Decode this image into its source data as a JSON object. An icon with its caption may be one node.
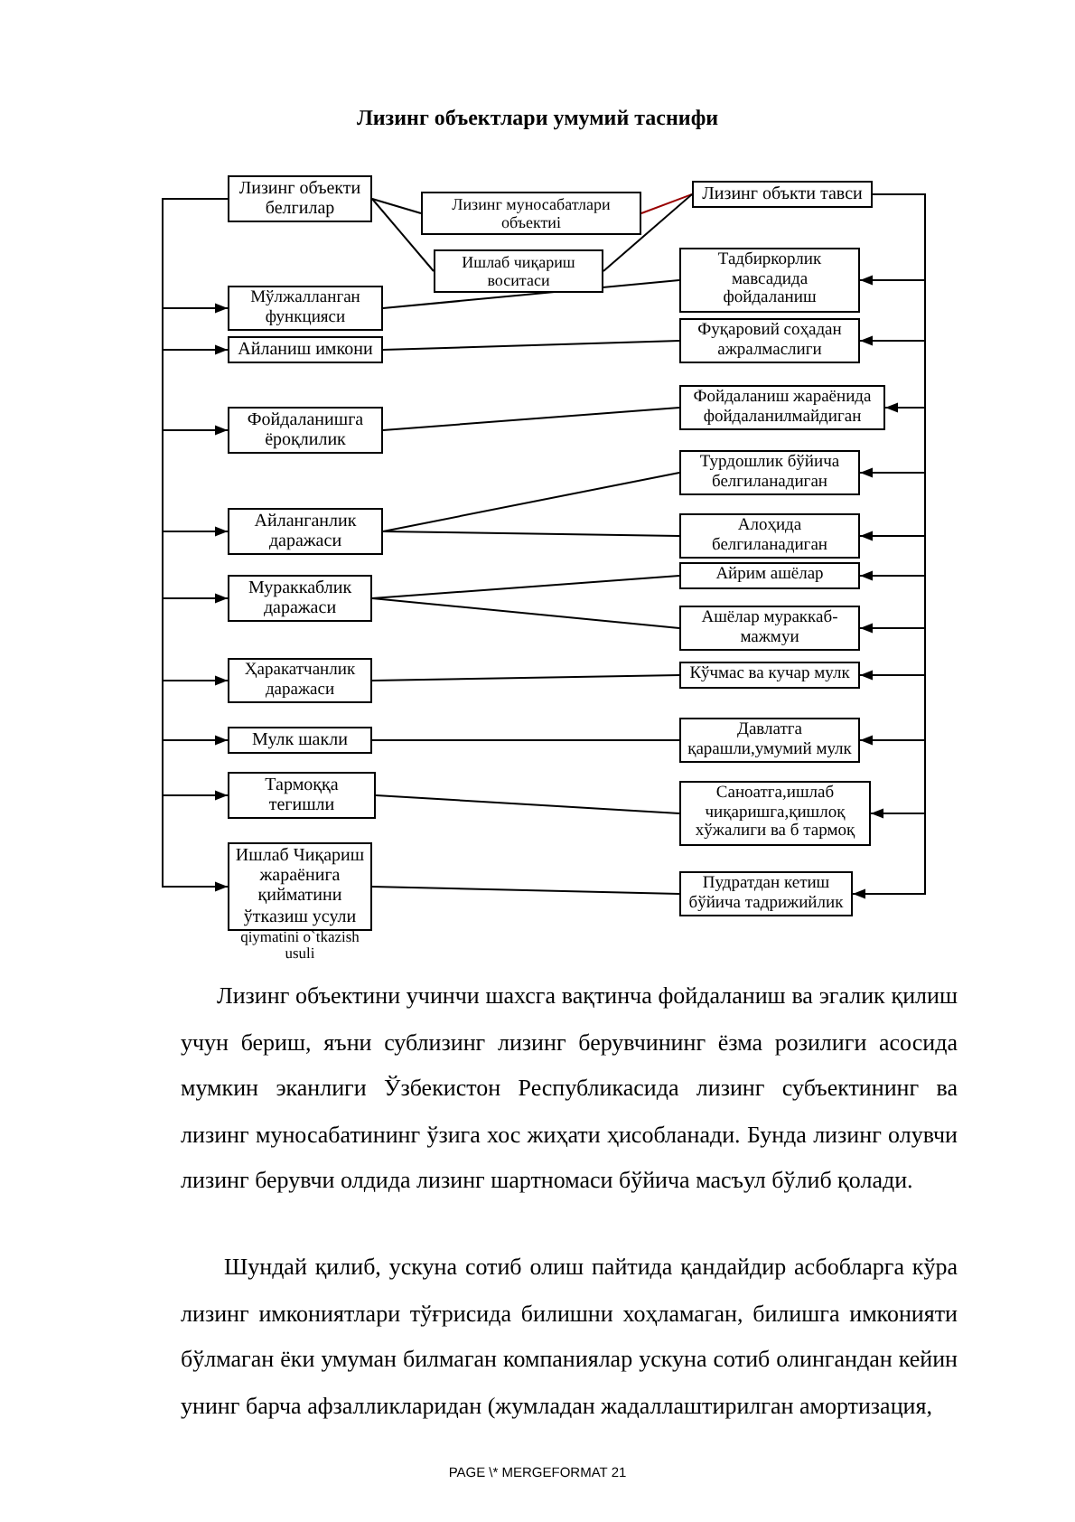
{
  "diagram": {
    "title": "Лизинг объектлари умумий таснифи",
    "nodes": [
      {
        "text": [
          "Лизинг объекти белгилар"
        ]
      },
      {
        "text": [
          "Лизинг муносабатлари объектиі"
        ]
      },
      {
        "text": [
          "Ишлаб чиқариш воситаси"
        ]
      },
      {
        "text": [
          "Лизинг объкти тавси"
        ]
      },
      {
        "text": [
          "Мўлжалланган функцияси"
        ]
      },
      {
        "text": [
          "Айланиш имкони"
        ]
      },
      {
        "text": [
          "Фойдаланишга ёроқлилик"
        ]
      },
      {
        "text": [
          "Айланганлик даражаси"
        ]
      },
      {
        "text": [
          "Мураккаблик даражаси"
        ]
      },
      {
        "text": [
          "Ҳаракатчанлик даражаси"
        ]
      },
      {
        "text": [
          "Мулк шакли"
        ]
      },
      {
        "text": [
          "Тармоққа тегишли"
        ]
      },
      {
        "text": [
          "Ишлаб Чиқариш жараёнига қийматини ўтказиш усули"
        ],
        "beside": [
          "qiymatini o`tkazish usuli"
        ]
      },
      {
        "text": [
          "Тадбиркорлик мавсадида фойдаланиш"
        ]
      },
      {
        "text": [
          "Фуқаровий соҳадан ажралмаслиги"
        ]
      },
      {
        "text": [
          "Фойдаланиш жараёнида фойдаланилмайдиган"
        ]
      },
      {
        "text": [
          "Турдошлик бўйича белгиланадиган"
        ]
      },
      {
        "text": [
          "Алоҳида белгиланадиган"
        ]
      },
      {
        "text": [
          "Айрим ашёлар"
        ]
      },
      {
        "text": [
          "Ашёлар мураккаб-мажмуи"
        ]
      },
      {
        "text": [
          "Кўчмас ва кучар мулк"
        ]
      },
      {
        "text": [
          "Давлатга қарашли,умумий мулк"
        ]
      },
      {
        "text": [
          "Саноатга,ишлаб чиқаришга,қишлоқ хўжалиги ва б тармоқ"
        ]
      },
      {
        "text": [
          "Пудратдан кетиш бўйича тадрижийлик"
        ]
      }
    ],
    "edges": [
      {
        "from": 0,
        "to": 1,
        "arrow": "none"
      },
      {
        "from": 1,
        "to": 3,
        "arrow": "none",
        "color": "#990000"
      },
      {
        "from": 0,
        "to": 2,
        "arrow": "none"
      },
      {
        "from": 2,
        "to": 3,
        "arrow": "none"
      },
      {
        "from": 0,
        "to": 4,
        "arrow": "to"
      },
      {
        "from": 0,
        "to": 5,
        "arrow": "to"
      },
      {
        "from": 0,
        "to": 6,
        "arrow": "to"
      },
      {
        "from": 0,
        "to": 7,
        "arrow": "to"
      },
      {
        "from": 0,
        "to": 8,
        "arrow": "to"
      },
      {
        "from": 0,
        "to": 9,
        "arrow": "to"
      },
      {
        "from": 0,
        "to": 10,
        "arrow": "to"
      },
      {
        "from": 0,
        "to": 11,
        "arrow": "to"
      },
      {
        "from": 0,
        "to": 12,
        "arrow": "to"
      },
      {
        "from": 3,
        "to": 13,
        "arrow": "to"
      },
      {
        "from": 3,
        "to": 14,
        "arrow": "to"
      },
      {
        "from": 3,
        "to": 15,
        "arrow": "to"
      },
      {
        "from": 3,
        "to": 16,
        "arrow": "to"
      },
      {
        "from": 3,
        "to": 17,
        "arrow": "to"
      },
      {
        "from": 3,
        "to": 18,
        "arrow": "to"
      },
      {
        "from": 3,
        "to": 19,
        "arrow": "to"
      },
      {
        "from": 3,
        "to": 20,
        "arrow": "to"
      },
      {
        "from": 3,
        "to": 21,
        "arrow": "to"
      },
      {
        "from": 3,
        "to": 22,
        "arrow": "to"
      },
      {
        "from": 3,
        "to": 23,
        "arrow": "to"
      },
      {
        "from": 4,
        "to": 13,
        "arrow": "none"
      },
      {
        "from": 5,
        "to": 14,
        "arrow": "none"
      },
      {
        "from": 6,
        "to": 15,
        "arrow": "none"
      },
      {
        "from": 7,
        "to": 16,
        "arrow": "none"
      },
      {
        "from": 7,
        "to": 17,
        "arrow": "none"
      },
      {
        "from": 8,
        "to": 18,
        "arrow": "none"
      },
      {
        "from": 8,
        "to": 19,
        "arrow": "none"
      },
      {
        "from": 9,
        "to": 20,
        "arrow": "none"
      },
      {
        "from": 10,
        "to": 21,
        "arrow": "none"
      },
      {
        "from": 11,
        "to": 22,
        "arrow": "none"
      },
      {
        "from": 12,
        "to": 23,
        "arrow": "none"
      }
    ],
    "labels": [
      "Лизинг объектини учинчи шахсга вақтинча фойдаланиш ва эгалик қилиш учун бериш, яъни сублизинг лизинг берувчининг ёзма розилиги асосида мумкин эканлиги Ўзбекистон Республикасида лизинг субъектининг ва лизинг муносабатининг ўзига хос жиҳати ҳисобланади. Бунда лизинг олувчи лизинг берувчи олдида лизинг шартномаси бўйича масъул бўлиб қолади.",
      "Шундай қилиб, ускуна сотиб олиш пайтида қандайдир асбобларга кўра лизинг имкониятлари тўғрисида билишни хоҳламаган, билишга имконияти бўлмаган ёки умуман билмаган компаниялар ускуна сотиб олингандан кейин унинг барча афзалликларидан (жумладан жадаллаштирилган амортизация,",
      "PAGE   \\* MERGEFORMAT 21"
    ]
  }
}
